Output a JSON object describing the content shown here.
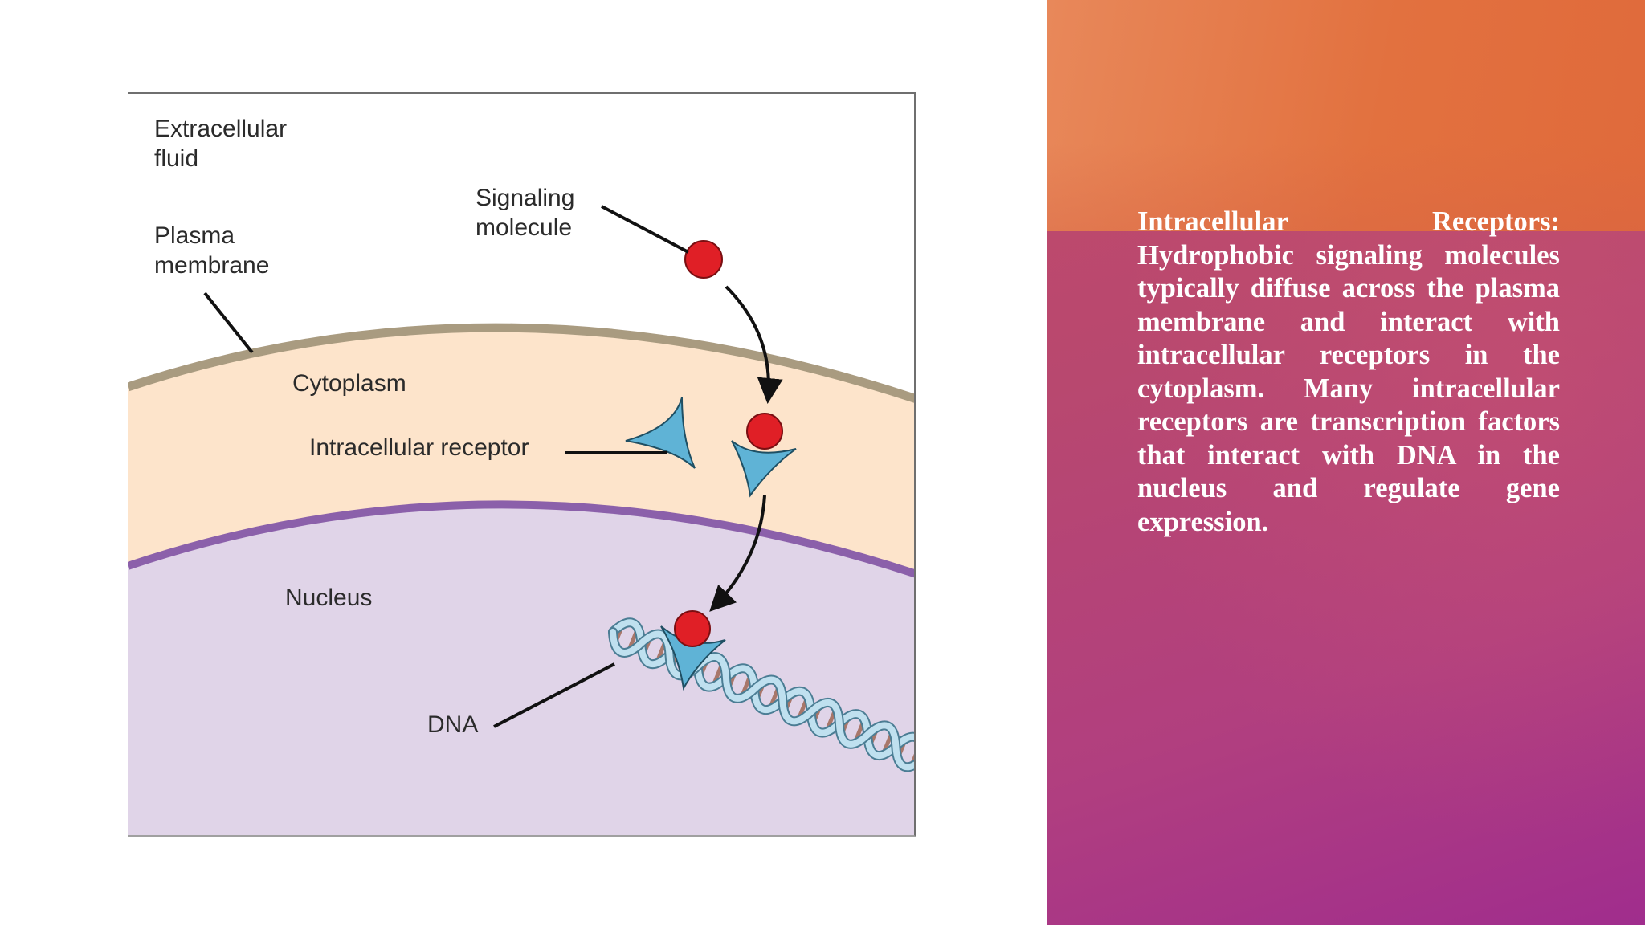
{
  "slide": {
    "body_text": "Intracellular Receptors: Hydrophobic signaling molecules typically diffuse across the plasma membrane and interact with intracellular receptors in the cytoplasm. Many intracellular receptors are transcription factors that interact with DNA in the nucleus and regulate gene expression."
  },
  "figure": {
    "labels": {
      "extracellular_line1": "Extracellular",
      "extracellular_line2": "fluid",
      "plasma_line1": "Plasma",
      "plasma_line2": "membrane",
      "signaling_line1": "Signaling",
      "signaling_line2": "molecule",
      "cytoplasm": "Cytoplasm",
      "intracellular_receptor": "Intracellular receptor",
      "nucleus": "Nucleus",
      "dna": "DNA"
    },
    "colors": {
      "extracellular": "#ffffff",
      "plasma_membrane": "#a99b80",
      "cytoplasm": "#fde4cb",
      "nuclear_membrane": "#8b60aa",
      "nucleus": "#e0d4e8",
      "signaling_molecule": "#e01f26",
      "receptor": "#5fb3d6",
      "dna_backbone": "#b9dcec",
      "dna_rungs": "#a8776a"
    }
  }
}
